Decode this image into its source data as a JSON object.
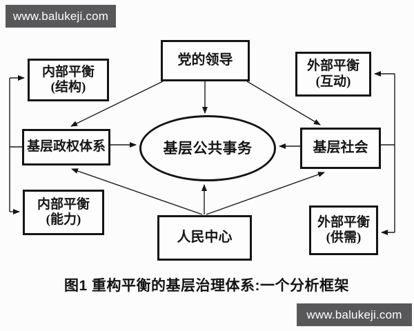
{
  "watermarks": {
    "top_left": "www.balukeji.com",
    "bottom_right": "www.balukeji.com"
  },
  "colors": {
    "banner_bg": "#58585a",
    "banner_text": "#ffffff",
    "ink": "#141414",
    "background": "#fcfcfc"
  },
  "diagram": {
    "caption": "图1 重构平衡的基层治理体系:一个分析框架",
    "nodes": {
      "party_leadership": {
        "label": "党的领导"
      },
      "internal_balance_structure": {
        "label": "内部平衡",
        "sublabel": "(结构)"
      },
      "external_balance_interaction": {
        "label": "外部平衡",
        "sublabel": "(互动)"
      },
      "grassroots_regime_system": {
        "label": "基层政权体系"
      },
      "grassroots_public_affairs": {
        "label": "基层公共事务"
      },
      "grassroots_society": {
        "label": "基层社会"
      },
      "internal_balance_capacity": {
        "label": "内部平衡",
        "sublabel": "(能力)"
      },
      "people_center": {
        "label": "人民中心"
      },
      "external_balance_supply_demand": {
        "label": "外部平衡",
        "sublabel": "(供需)"
      }
    },
    "edges": [
      {
        "from": "party_leadership",
        "to": "grassroots_public_affairs"
      },
      {
        "from": "party_leadership",
        "to": "grassroots_regime_system"
      },
      {
        "from": "party_leadership",
        "to": "grassroots_society"
      },
      {
        "from": "grassroots_regime_system",
        "to": "grassroots_public_affairs"
      },
      {
        "from": "grassroots_society",
        "to": "grassroots_public_affairs"
      },
      {
        "from": "people_center",
        "to": "grassroots_public_affairs"
      },
      {
        "from": "people_center",
        "to": "grassroots_regime_system"
      },
      {
        "from": "people_center",
        "to": "grassroots_society"
      },
      {
        "from": "grassroots_regime_system",
        "to": "internal_balance_structure"
      },
      {
        "from": "grassroots_regime_system",
        "to": "internal_balance_capacity"
      },
      {
        "from": "grassroots_society",
        "to": "external_balance_interaction"
      },
      {
        "from": "grassroots_society",
        "to": "external_balance_supply_demand"
      }
    ]
  }
}
